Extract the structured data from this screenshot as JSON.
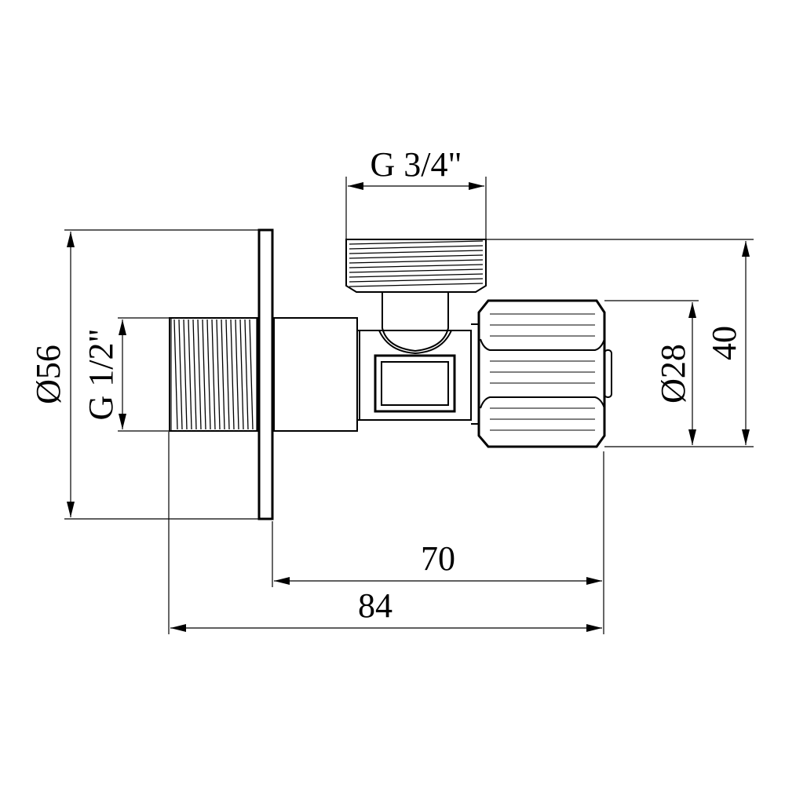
{
  "dimensions": {
    "flange_diameter": "Ø56",
    "inlet_thread": "G 1/2\"",
    "outlet_thread": "G 3/4\"",
    "cap_diameter": "Ø28",
    "height": "40",
    "body_length": "70",
    "overall_length": "84"
  },
  "colors": {
    "line": "#000000",
    "background": "#ffffff"
  }
}
